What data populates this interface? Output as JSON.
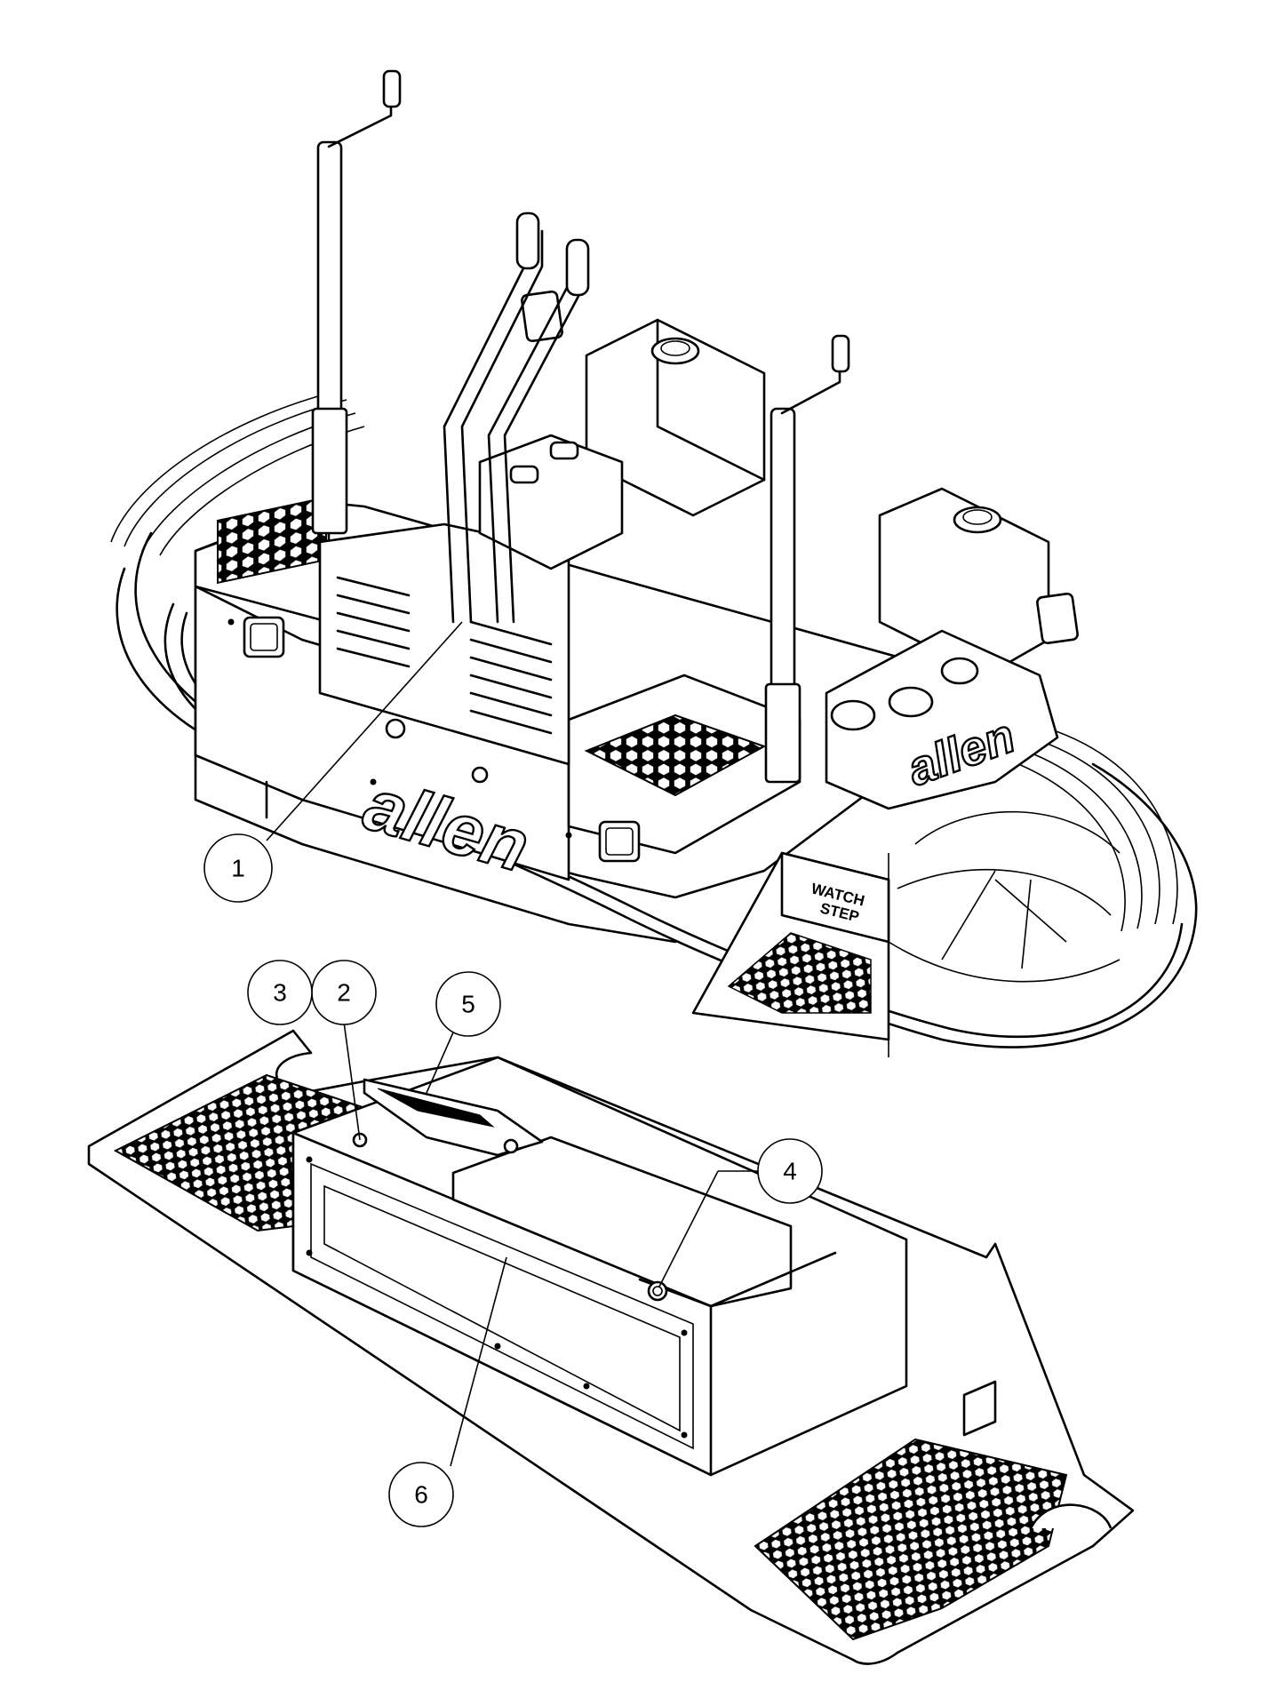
{
  "brand": {
    "logo_text": "allen"
  },
  "labels": {
    "watch_step_line1": "WATCH",
    "watch_step_line2": "STEP"
  },
  "callouts": [
    {
      "id": "1",
      "label": "1"
    },
    {
      "id": "2",
      "label": "2"
    },
    {
      "id": "3",
      "label": "3"
    },
    {
      "id": "4",
      "label": "4"
    },
    {
      "id": "5",
      "label": "5"
    },
    {
      "id": "6",
      "label": "6"
    }
  ]
}
